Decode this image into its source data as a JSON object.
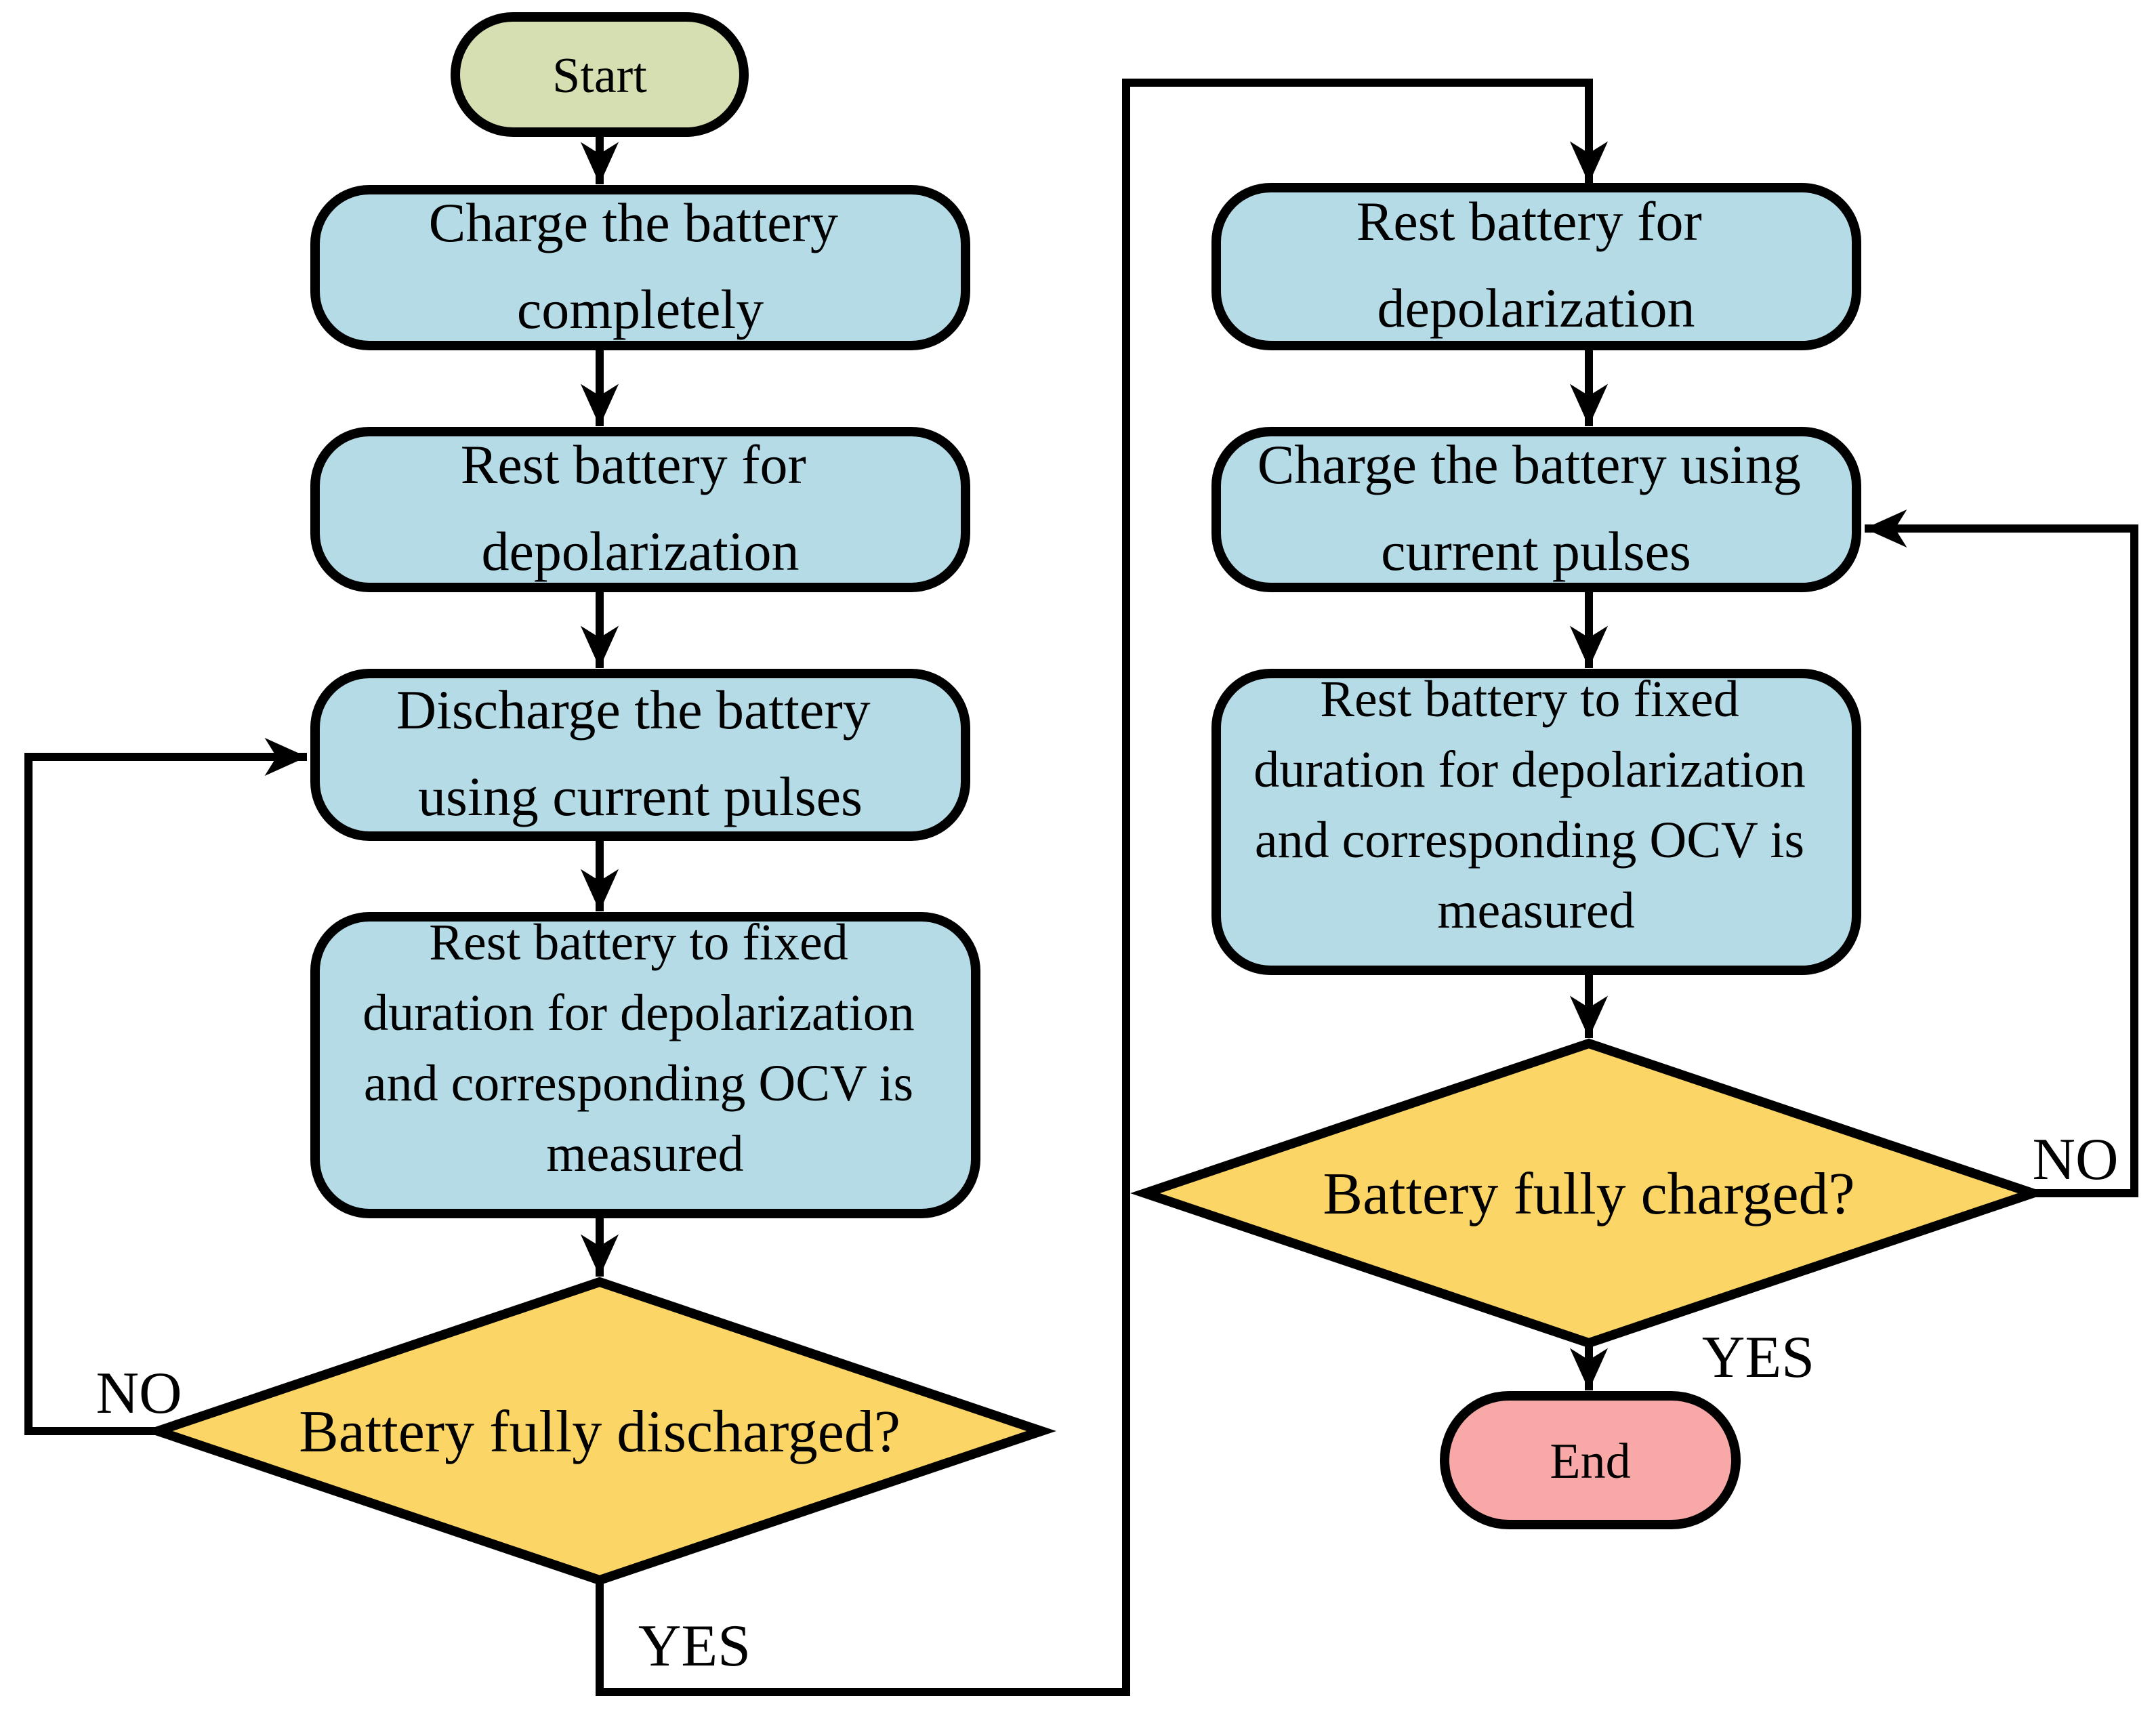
{
  "diagram": {
    "type": "flowchart",
    "description": "Battery pulse charge/discharge OCV measurement procedure flowchart"
  },
  "colors": {
    "start_fill": "#d6dfb2",
    "process_fill": "#b4dbe6",
    "decision_fill": "#fbd666",
    "end_fill": "#f9a8a8",
    "stroke": "#000000",
    "background": "#ffffff"
  },
  "nodes": {
    "start": {
      "label": "Start"
    },
    "charge_completely": {
      "lines": [
        "Charge the battery",
        "completely"
      ]
    },
    "rest_depolarization_left": {
      "lines": [
        "Rest battery for",
        "depolarization"
      ]
    },
    "discharge_pulses": {
      "lines": [
        "Discharge the battery",
        "using current pulses"
      ]
    },
    "rest_fixed_left": {
      "lines": [
        "Rest battery to fixed",
        "duration for depolarization",
        "and corresponding OCV is",
        "measured"
      ]
    },
    "fully_discharged": {
      "label": "Battery fully discharged?"
    },
    "rest_depolarization_right": {
      "lines": [
        "Rest battery for",
        "depolarization"
      ]
    },
    "charge_pulses": {
      "lines": [
        "Charge the battery using",
        "current pulses"
      ]
    },
    "rest_fixed_right": {
      "lines": [
        "Rest battery to fixed",
        "duration for depolarization",
        "and corresponding OCV is",
        "measured"
      ]
    },
    "fully_charged": {
      "label": "Battery fully charged?"
    },
    "end": {
      "label": "End"
    }
  },
  "edge_labels": {
    "no_left": "NO",
    "yes_left": "YES",
    "no_right": "NO",
    "yes_right": "YES"
  }
}
